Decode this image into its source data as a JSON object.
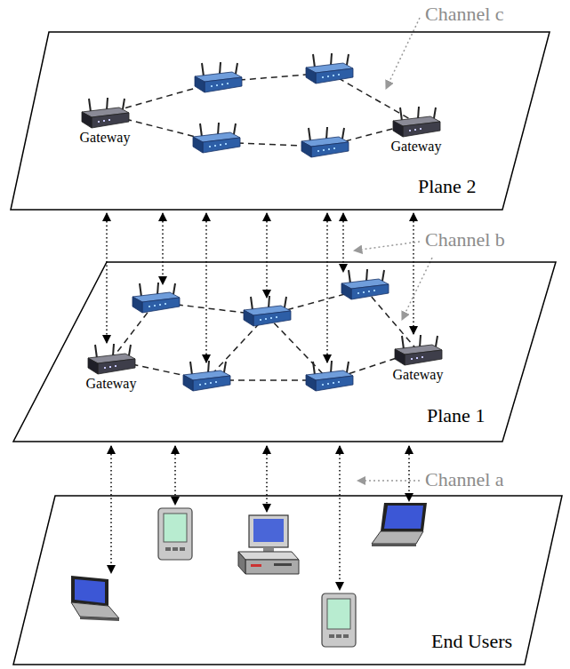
{
  "diagram": {
    "nodes": [
      {
        "text": [
          "Plane 2"
        ]
      },
      {
        "text": [
          "Gateway"
        ],
        "in": 0
      },
      {
        "text": [
          "Gateway"
        ],
        "in": 0
      },
      {
        "text": [
          "Plane 1"
        ]
      },
      {
        "text": [
          "Gateway"
        ],
        "in": 3
      },
      {
        "text": [
          "Gateway"
        ],
        "in": 3
      },
      {
        "text": [
          "End Users"
        ]
      }
    ],
    "labels": [
      "Channel c",
      "Channel b",
      "Channel a"
    ]
  }
}
